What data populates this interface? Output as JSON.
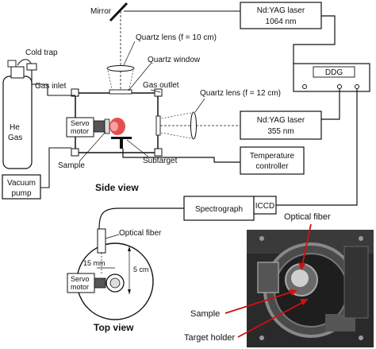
{
  "labels": {
    "mirror": "Mirror",
    "quartz_lens_top": "Quartz lens (f = 10 cm)",
    "quartz_window": "Quartz window",
    "gas_outlet": "Gas outlet",
    "quartz_lens_right": "Quartz lens (f = 12 cm)",
    "cold_trap": "Cold trap",
    "gas_inlet": "Gas inlet",
    "he_gas_line1": "He",
    "he_gas_line2": "Gas",
    "servo_side_line1": "Servo",
    "servo_side_line2": "motor",
    "sample_side": "Sample",
    "subtarget": "Subtarget",
    "side_view": "Side view",
    "vacuum_line1": "Vacuum",
    "vacuum_line2": "pump",
    "optical_fiber_top": "Optical fiber",
    "servo_top_line1": "Servo",
    "servo_top_line2": "motor",
    "dim_15mm": "15 mm",
    "dim_5cm": "5 cm",
    "top_view": "Top view"
  },
  "boxes": {
    "laser1064_line1": "Nd:YAG laser",
    "laser1064_line2": "1064 nm",
    "ddg": "DDG",
    "laser355_line1": "Nd:YAG laser",
    "laser355_line2": "355 nm",
    "temp_line1": "Temperature",
    "temp_line2": "controller",
    "spectrograph": "Spectrograph",
    "iccd": "ICCD"
  },
  "photo": {
    "optical_fiber": "Optical fiber",
    "sample": "Sample",
    "target_holder": "Target holder"
  },
  "colors": {
    "line": "#111111",
    "plasma": "#e03030",
    "photo_dark": "#2a2a2a",
    "annotation_red": "#d01010"
  }
}
